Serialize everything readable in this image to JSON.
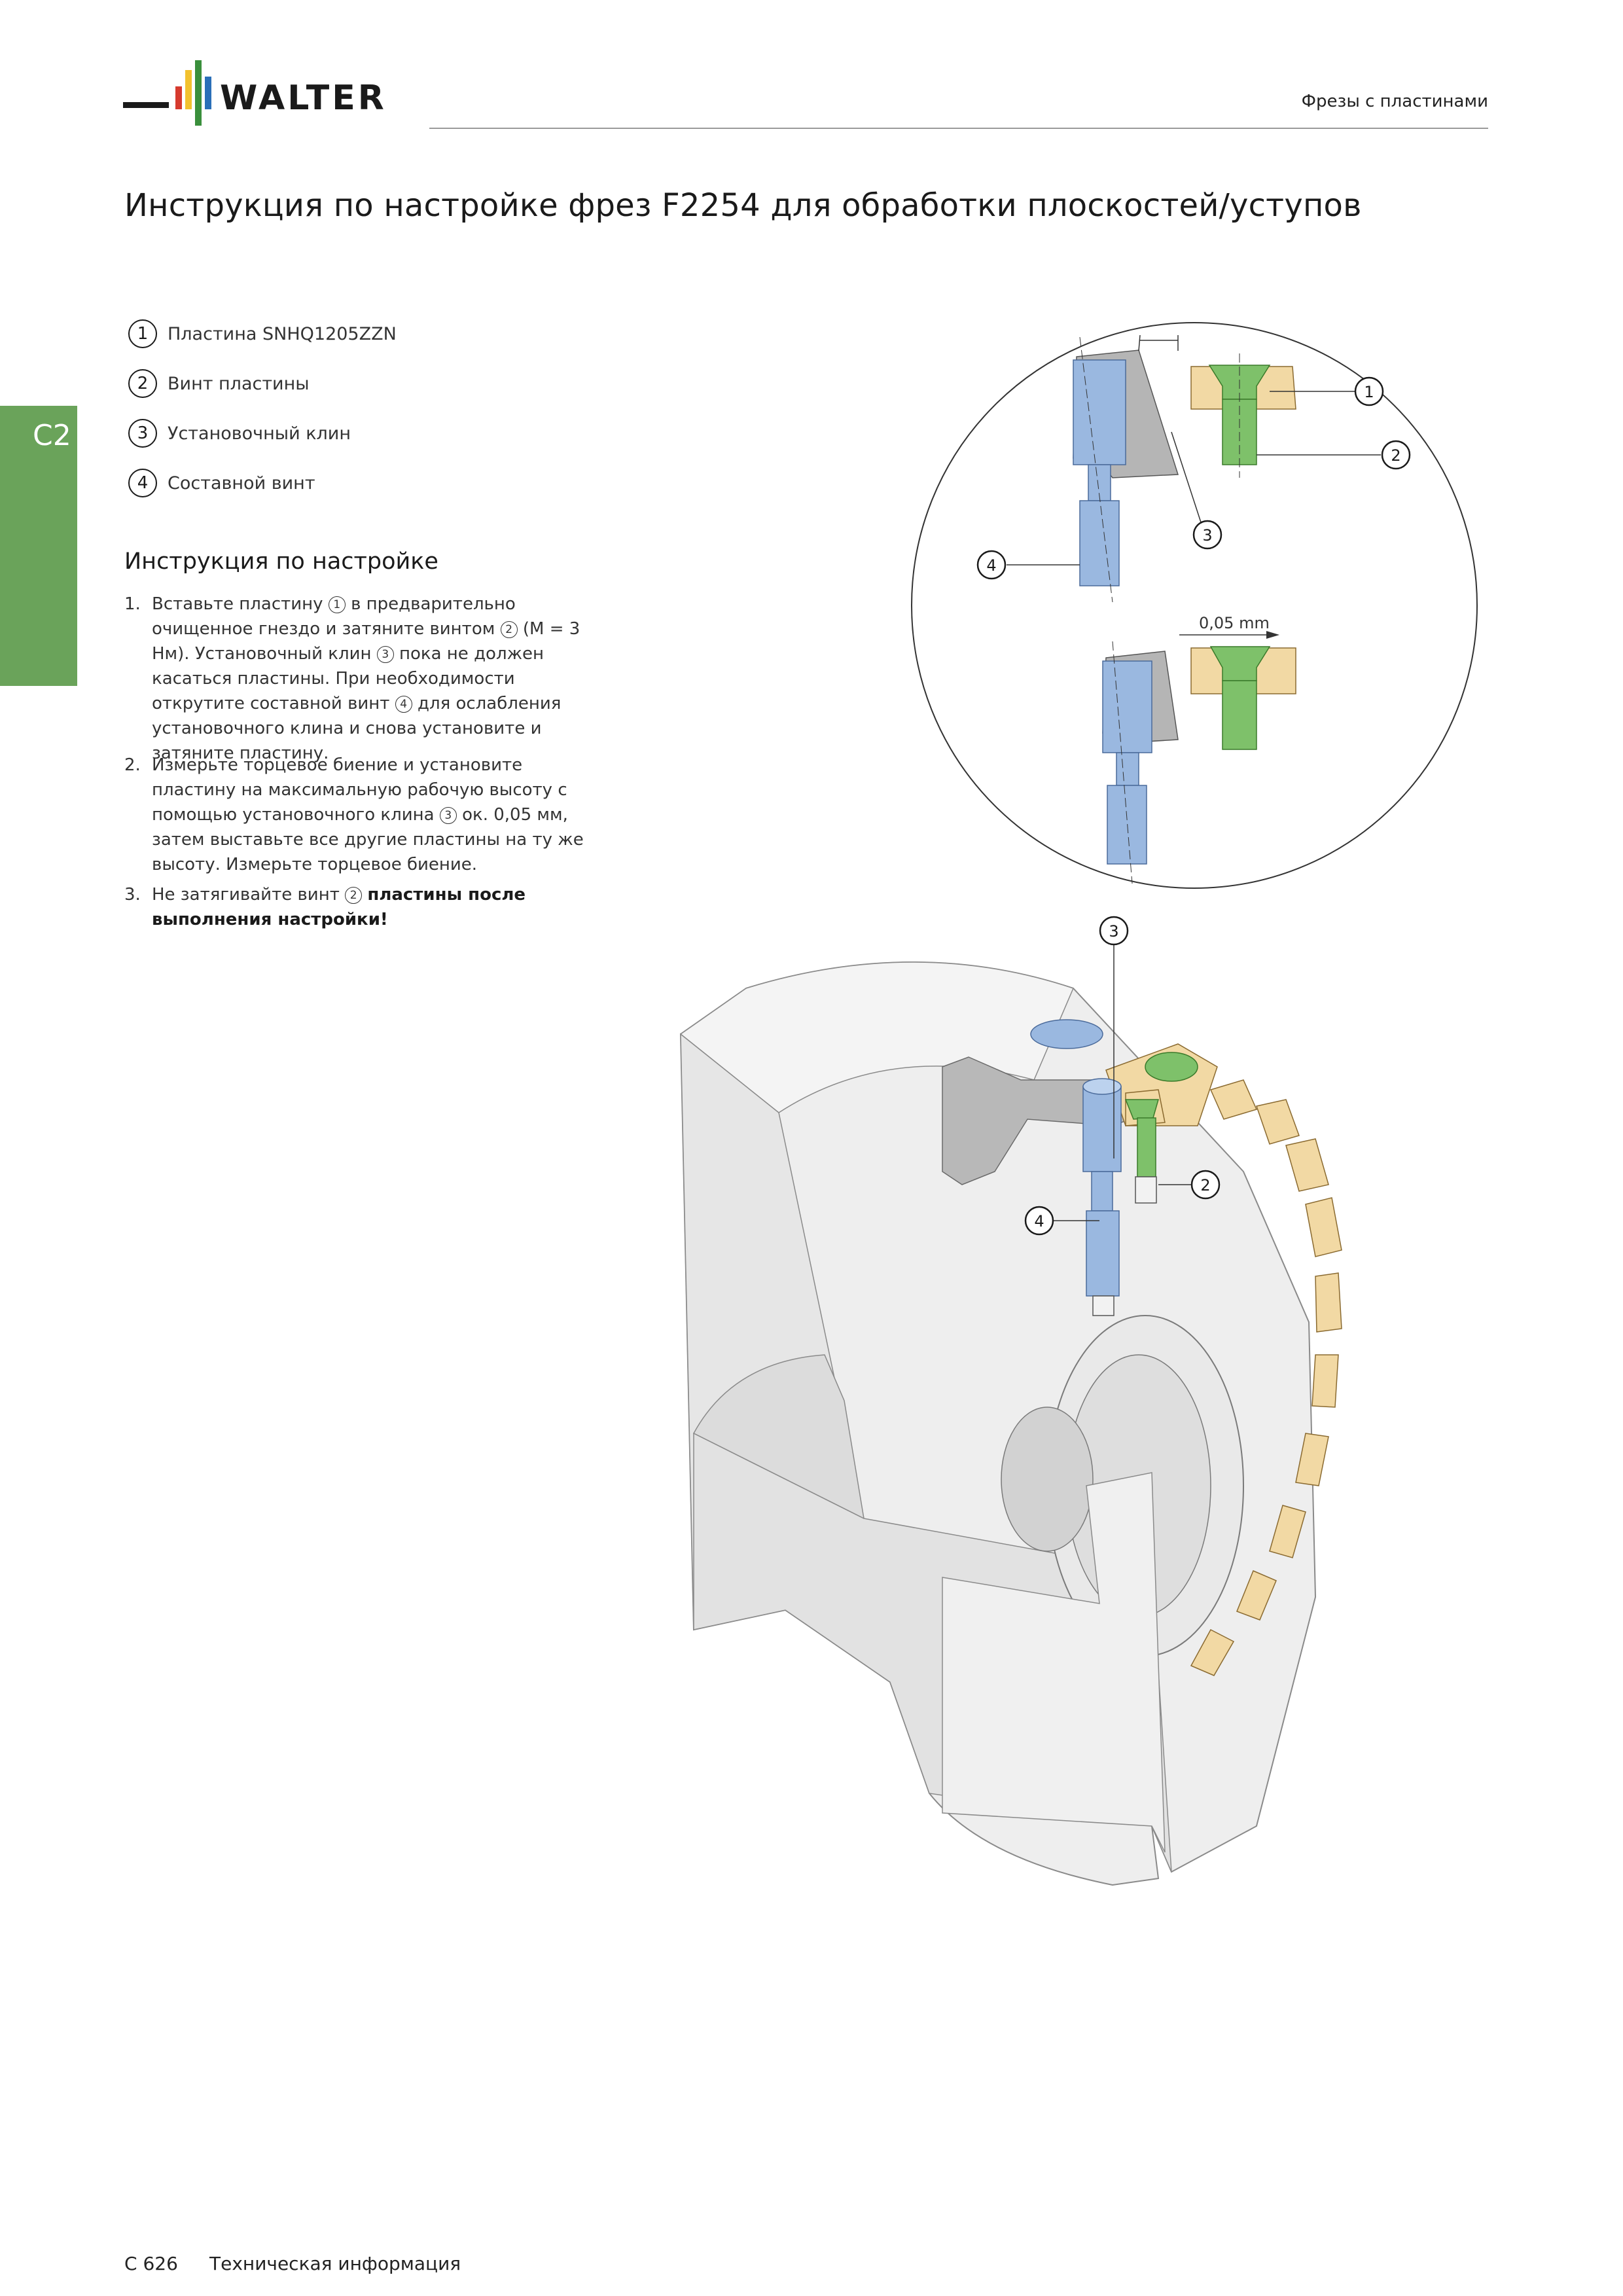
{
  "header": {
    "brand": "WALTER",
    "category": "Фрезы с пластинами"
  },
  "title": "Инструкция по настройке фрез F2254 для обработки плоскостей/уступов",
  "section_tab": "C2",
  "legend": [
    {
      "num": "1",
      "label": "Пластина SNHQ1205ZZN"
    },
    {
      "num": "2",
      "label": "Винт пластины"
    },
    {
      "num": "3",
      "label": "Установочный клин"
    },
    {
      "num": "4",
      "label": "Составной винт"
    }
  ],
  "setup": {
    "heading": "Инструкция по настройке",
    "steps": [
      {
        "num": "1.",
        "parts": [
          "Вставьте пластину",
          "в предварительно очищенное гнездо и затяните винтом",
          "(M = 3 Нм). Установочный клин",
          "пока не должен касаться пластины. При необходимости открутите составной винт",
          "для ослабления установочного клина и снова установите и затяните пластину."
        ],
        "refs": [
          "1",
          "2",
          "3",
          "4"
        ]
      },
      {
        "num": "2.",
        "parts": [
          "Измерьте торцевое биение и установите пластину на максимальную рабочую высоту с помощью установочного клина",
          "ок. 0,05 мм, затем выставьте все другие пластины на ту же высоту. Измерьте торцевое биение."
        ],
        "refs": [
          "3"
        ]
      },
      {
        "num": "3.",
        "parts": [
          "Не затягивайте винт",
          "пластины после выполнения настройки!"
        ],
        "refs": [
          "2"
        ]
      }
    ]
  },
  "detail": {
    "dimension_label": "0,05 mm",
    "callouts": [
      "1",
      "2",
      "3",
      "4"
    ]
  },
  "cutter": {
    "callouts": [
      "3",
      "2",
      "4"
    ]
  },
  "footer": {
    "page": "C 626",
    "title": "Техническая информация"
  },
  "colors": {
    "tab_green": "#6aa35a",
    "screw_blue": "#9ab8e0",
    "screw_green": "#7ec16a",
    "insert_beige": "#f2d9a4",
    "body_grey": "#ececec"
  }
}
